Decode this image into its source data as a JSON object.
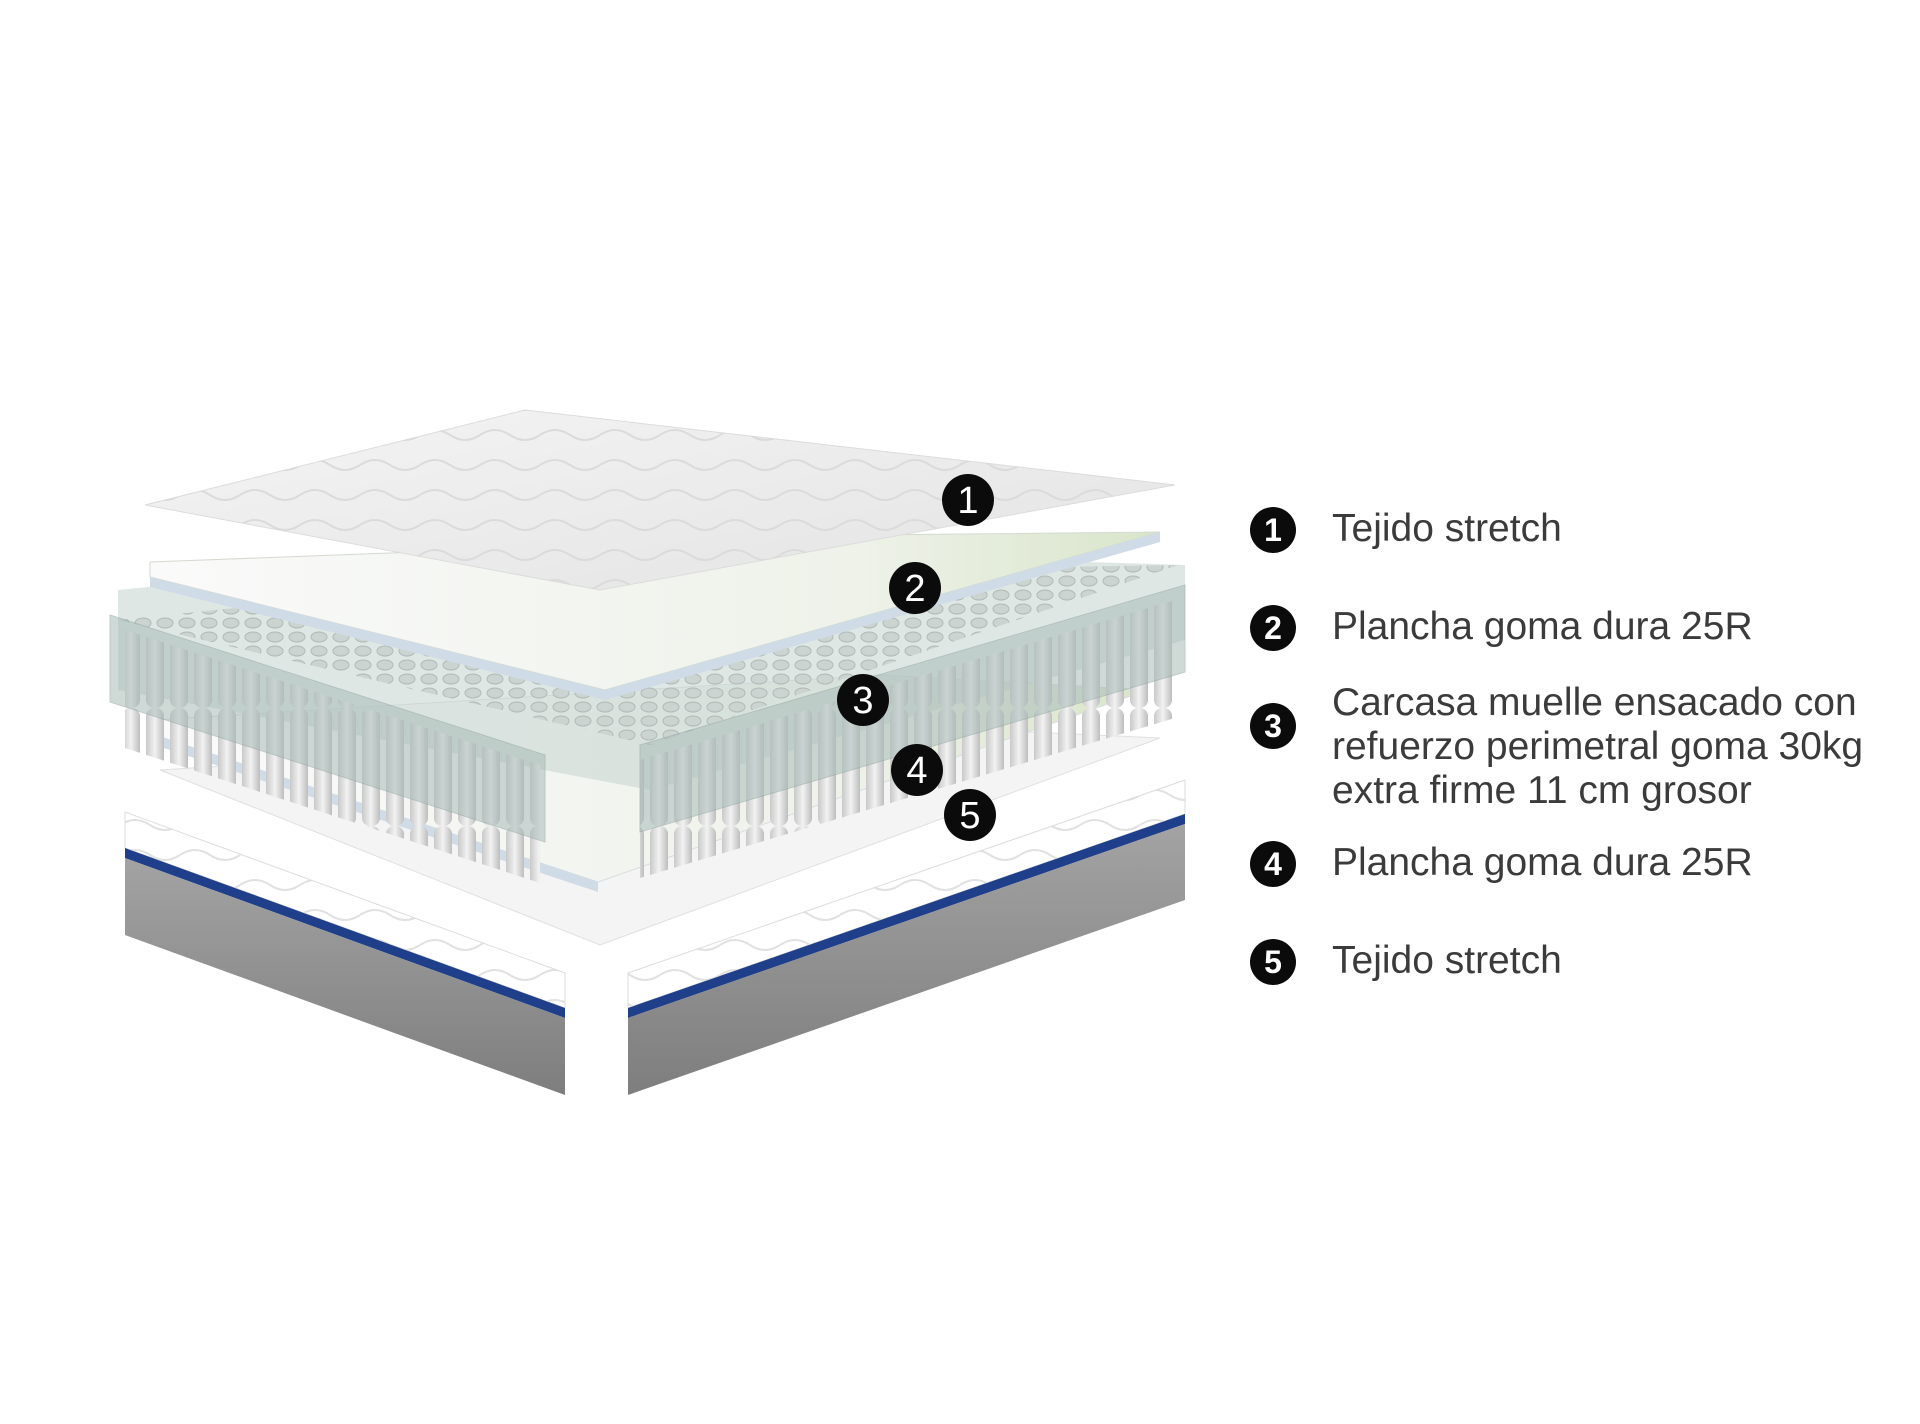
{
  "layer_markers": [
    "1",
    "2",
    "3",
    "4",
    "5"
  ],
  "legend": [
    {
      "number": "1",
      "label": "Tejido stretch"
    },
    {
      "number": "2",
      "label": "Plancha goma dura 25R"
    },
    {
      "number": "3",
      "label": "Carcasa muelle ensacado con\nrefuerzo perimetral goma 30kg\nextra firme 11 cm grosor"
    },
    {
      "number": "4",
      "label": "Plancha goma dura 25R"
    },
    {
      "number": "5",
      "label": "Tejido stretch"
    }
  ],
  "colors": {
    "fabric_top": "#eeeeee",
    "foam": "#f7f7f7",
    "foam_tint": "#dfe8d4",
    "spring_frame": "#a9bcb8",
    "spring_coil": "#e1e1e1",
    "stripe": "#1f3f8a",
    "base_side": "#8f8f8f",
    "marker": "#0b0b0b"
  }
}
